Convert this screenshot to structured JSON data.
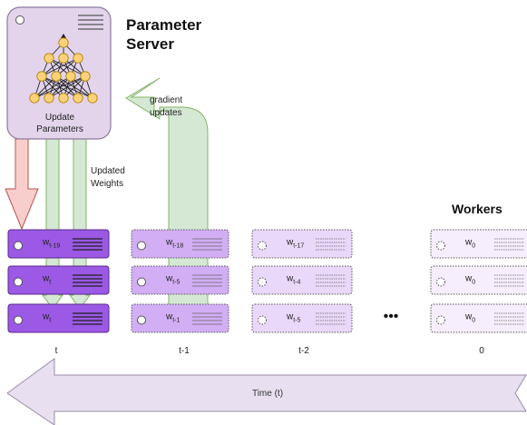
{
  "server": {
    "title_line1": "Parameter",
    "title_line2": "Server",
    "box_label_line1": "Update",
    "box_label_line2": "Parameters",
    "box_color": "#e3d4ec",
    "icon": "neural-network-icon"
  },
  "arrows": {
    "gradient_line1": "gradient",
    "gradient_line2": "updates",
    "updated_line1": "Updated",
    "updated_line2": "Weights",
    "green_fill": "#d5e8d4",
    "green_stroke": "#82b366",
    "red_fill": "#f8cecc",
    "red_stroke": "#b85450"
  },
  "workers_label": "Workers",
  "ellipsis": "•••",
  "columns": [
    {
      "time": "t",
      "style": "solid",
      "cells": [
        {
          "base": "w",
          "sub": "t-19"
        },
        {
          "base": "w",
          "sub": "t"
        },
        {
          "base": "w",
          "sub": "t"
        }
      ]
    },
    {
      "time": "t-1",
      "style": "medium",
      "cells": [
        {
          "base": "w",
          "sub": "t-18"
        },
        {
          "base": "w",
          "sub": "t-5"
        },
        {
          "base": "w",
          "sub": "t-1"
        }
      ]
    },
    {
      "time": "t-2",
      "style": "light",
      "cells": [
        {
          "base": "w",
          "sub": "t-17"
        },
        {
          "base": "w",
          "sub": "t-4"
        },
        {
          "base": "w",
          "sub": "t-5"
        }
      ]
    },
    {
      "time": "0",
      "style": "lightest",
      "cells": [
        {
          "base": "w",
          "sub": "0"
        },
        {
          "base": "w",
          "sub": "0"
        },
        {
          "base": "w",
          "sub": "0"
        }
      ]
    }
  ],
  "timeline": {
    "label": "Time (t)",
    "fill": "#e8e0f0",
    "stroke": "#9a8aa8"
  },
  "colors": {
    "solid": "#9b59e6",
    "medium": "#d2aef5",
    "light": "#ead8fa",
    "lightest": "#f6eefc"
  }
}
